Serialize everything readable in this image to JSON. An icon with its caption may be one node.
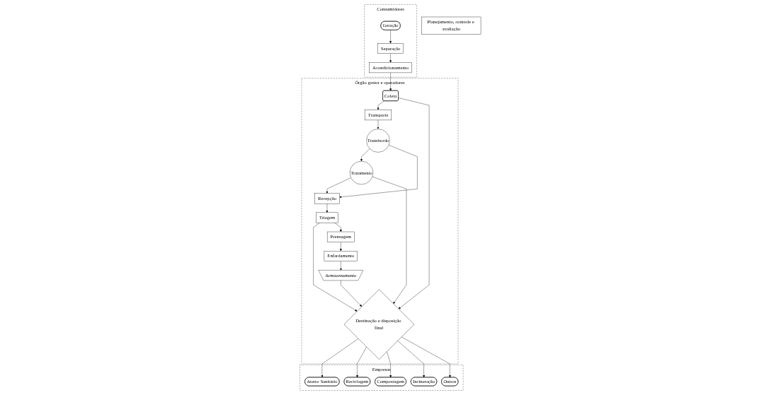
{
  "diagram": {
    "nodes": [
      {
        "text": [
          "Consumidores"
        ]
      },
      {
        "text": [
          "Geração"
        ],
        "in": 0
      },
      {
        "text": [
          "Separação"
        ],
        "in": 0
      },
      {
        "text": [
          "Acondicionamento"
        ],
        "in": 0
      },
      {
        "text": [
          "Órgão gestor e operadores"
        ]
      },
      {
        "text": [
          "Transbordo"
        ],
        "in": 4
      },
      {
        "text": [
          "Tratamento"
        ],
        "in": 4
      },
      {
        "text": [
          "Transporte"
        ],
        "in": 4
      },
      {
        "text": [
          "Recepção"
        ],
        "in": 4
      },
      {
        "text": [
          "Triagem"
        ],
        "in": 4
      },
      {
        "text": [
          "Destinação e disposição final"
        ],
        "in": 4
      },
      {
        "text": [
          "Coleta"
        ],
        "in": 4
      },
      {
        "text": [
          "Prensagem"
        ],
        "in": 4
      },
      {
        "text": [
          "Enfardamento"
        ],
        "in": 4
      },
      {
        "text": [
          "Armazenamento"
        ],
        "in": 4
      },
      {
        "text": [
          "Empresas"
        ]
      },
      {
        "text": [
          "Aterro Sanitário"
        ],
        "in": 15
      },
      {
        "text": [
          "Reciclagem"
        ],
        "in": 15
      },
      {
        "text": [
          "Compostagem"
        ],
        "in": 15
      },
      {
        "text": [
          "Incineração"
        ],
        "in": 15
      },
      {
        "text": [
          "Outros"
        ],
        "in": 15
      },
      {
        "text": [
          "Planejamento, controle e avaliação"
        ]
      }
    ],
    "edges": [
      {
        "from": 1,
        "to": 2,
        "arrow": "to"
      },
      {
        "from": 2,
        "to": 3,
        "arrow": "to"
      },
      {
        "from": 3,
        "to": 11,
        "arrow": "to"
      },
      {
        "from": 11,
        "to": 7,
        "arrow": "to"
      },
      {
        "from": 7,
        "to": 5,
        "arrow": "to"
      },
      {
        "from": 5,
        "to": 6,
        "arrow": "to"
      },
      {
        "from": 5,
        "to": 8,
        "arrow": "to"
      },
      {
        "from": 6,
        "to": 8,
        "arrow": "to"
      },
      {
        "from": 6,
        "to": 10,
        "arrow": "to"
      },
      {
        "from": 8,
        "to": 9,
        "arrow": "to"
      },
      {
        "from": 9,
        "to": 10,
        "arrow": "to"
      },
      {
        "from": 9,
        "to": 12,
        "arrow": "to"
      },
      {
        "from": 12,
        "to": 13,
        "arrow": "to"
      },
      {
        "from": 13,
        "to": 14,
        "arrow": "to"
      },
      {
        "from": 11,
        "to": 10,
        "arrow": "to"
      },
      {
        "from": 14,
        "to": 10,
        "arrow": "to"
      },
      {
        "from": 10,
        "to": 16,
        "arrow": "to"
      },
      {
        "from": 10,
        "to": 17,
        "arrow": "to"
      },
      {
        "from": 10,
        "to": 18,
        "arrow": "to"
      },
      {
        "from": 10,
        "to": 19,
        "arrow": "to"
      },
      {
        "from": 10,
        "to": 20,
        "arrow": "to"
      }
    ]
  }
}
